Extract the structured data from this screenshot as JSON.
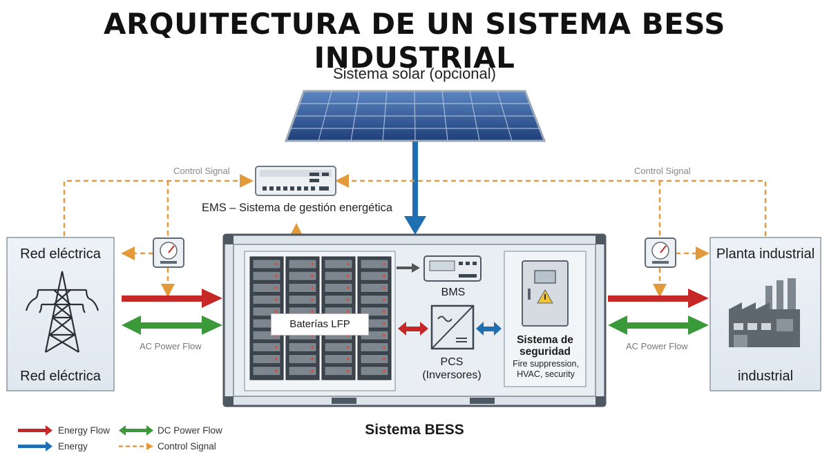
{
  "title": "ARQUITECTURA DE UN SISTEMA BESS INDUSTRIAL",
  "solar": {
    "label": "Sistema solar (opcional)"
  },
  "control_signal_left": "Control Signal",
  "control_signal_right": "Control Signal",
  "ems": {
    "label": "EMS – Sistema de gestión energética"
  },
  "grid": {
    "title": "Red eléctrica",
    "subtitle": "Red eléctrica",
    "flow_label": "AC Power Flow"
  },
  "plant": {
    "title": "Planta industrial",
    "subtitle": "industrial",
    "flow_label": "AC Power Flow"
  },
  "bess": {
    "label": "Sistema BESS",
    "batteries": "Baterías LFP",
    "bms": "BMS",
    "pcs": "PCS\n(Inversores)",
    "safety_title": "Sistema de seguridad",
    "safety_sub": "Fire suppression, HVAC, security"
  },
  "legend": {
    "energy_flow": "Energy Flow",
    "energy": "Energy",
    "dc_power_flow": "DC Power Flow",
    "control_signal": "Control Signal"
  },
  "colors": {
    "energy_flow": "#c62828",
    "energy": "#1f6fb2",
    "dc_power_flow": "#3a9a3a",
    "control_signal": "#e39a3b",
    "panel": "#e8eef4",
    "container": "#dde4ea"
  },
  "icons": [
    "solar-panel-icon",
    "ems-controller-icon",
    "meter-gauge-icon",
    "transmission-tower-icon",
    "battery-rack-icon",
    "bms-device-icon",
    "inverter-icon",
    "safety-cabinet-icon",
    "factory-icon"
  ]
}
